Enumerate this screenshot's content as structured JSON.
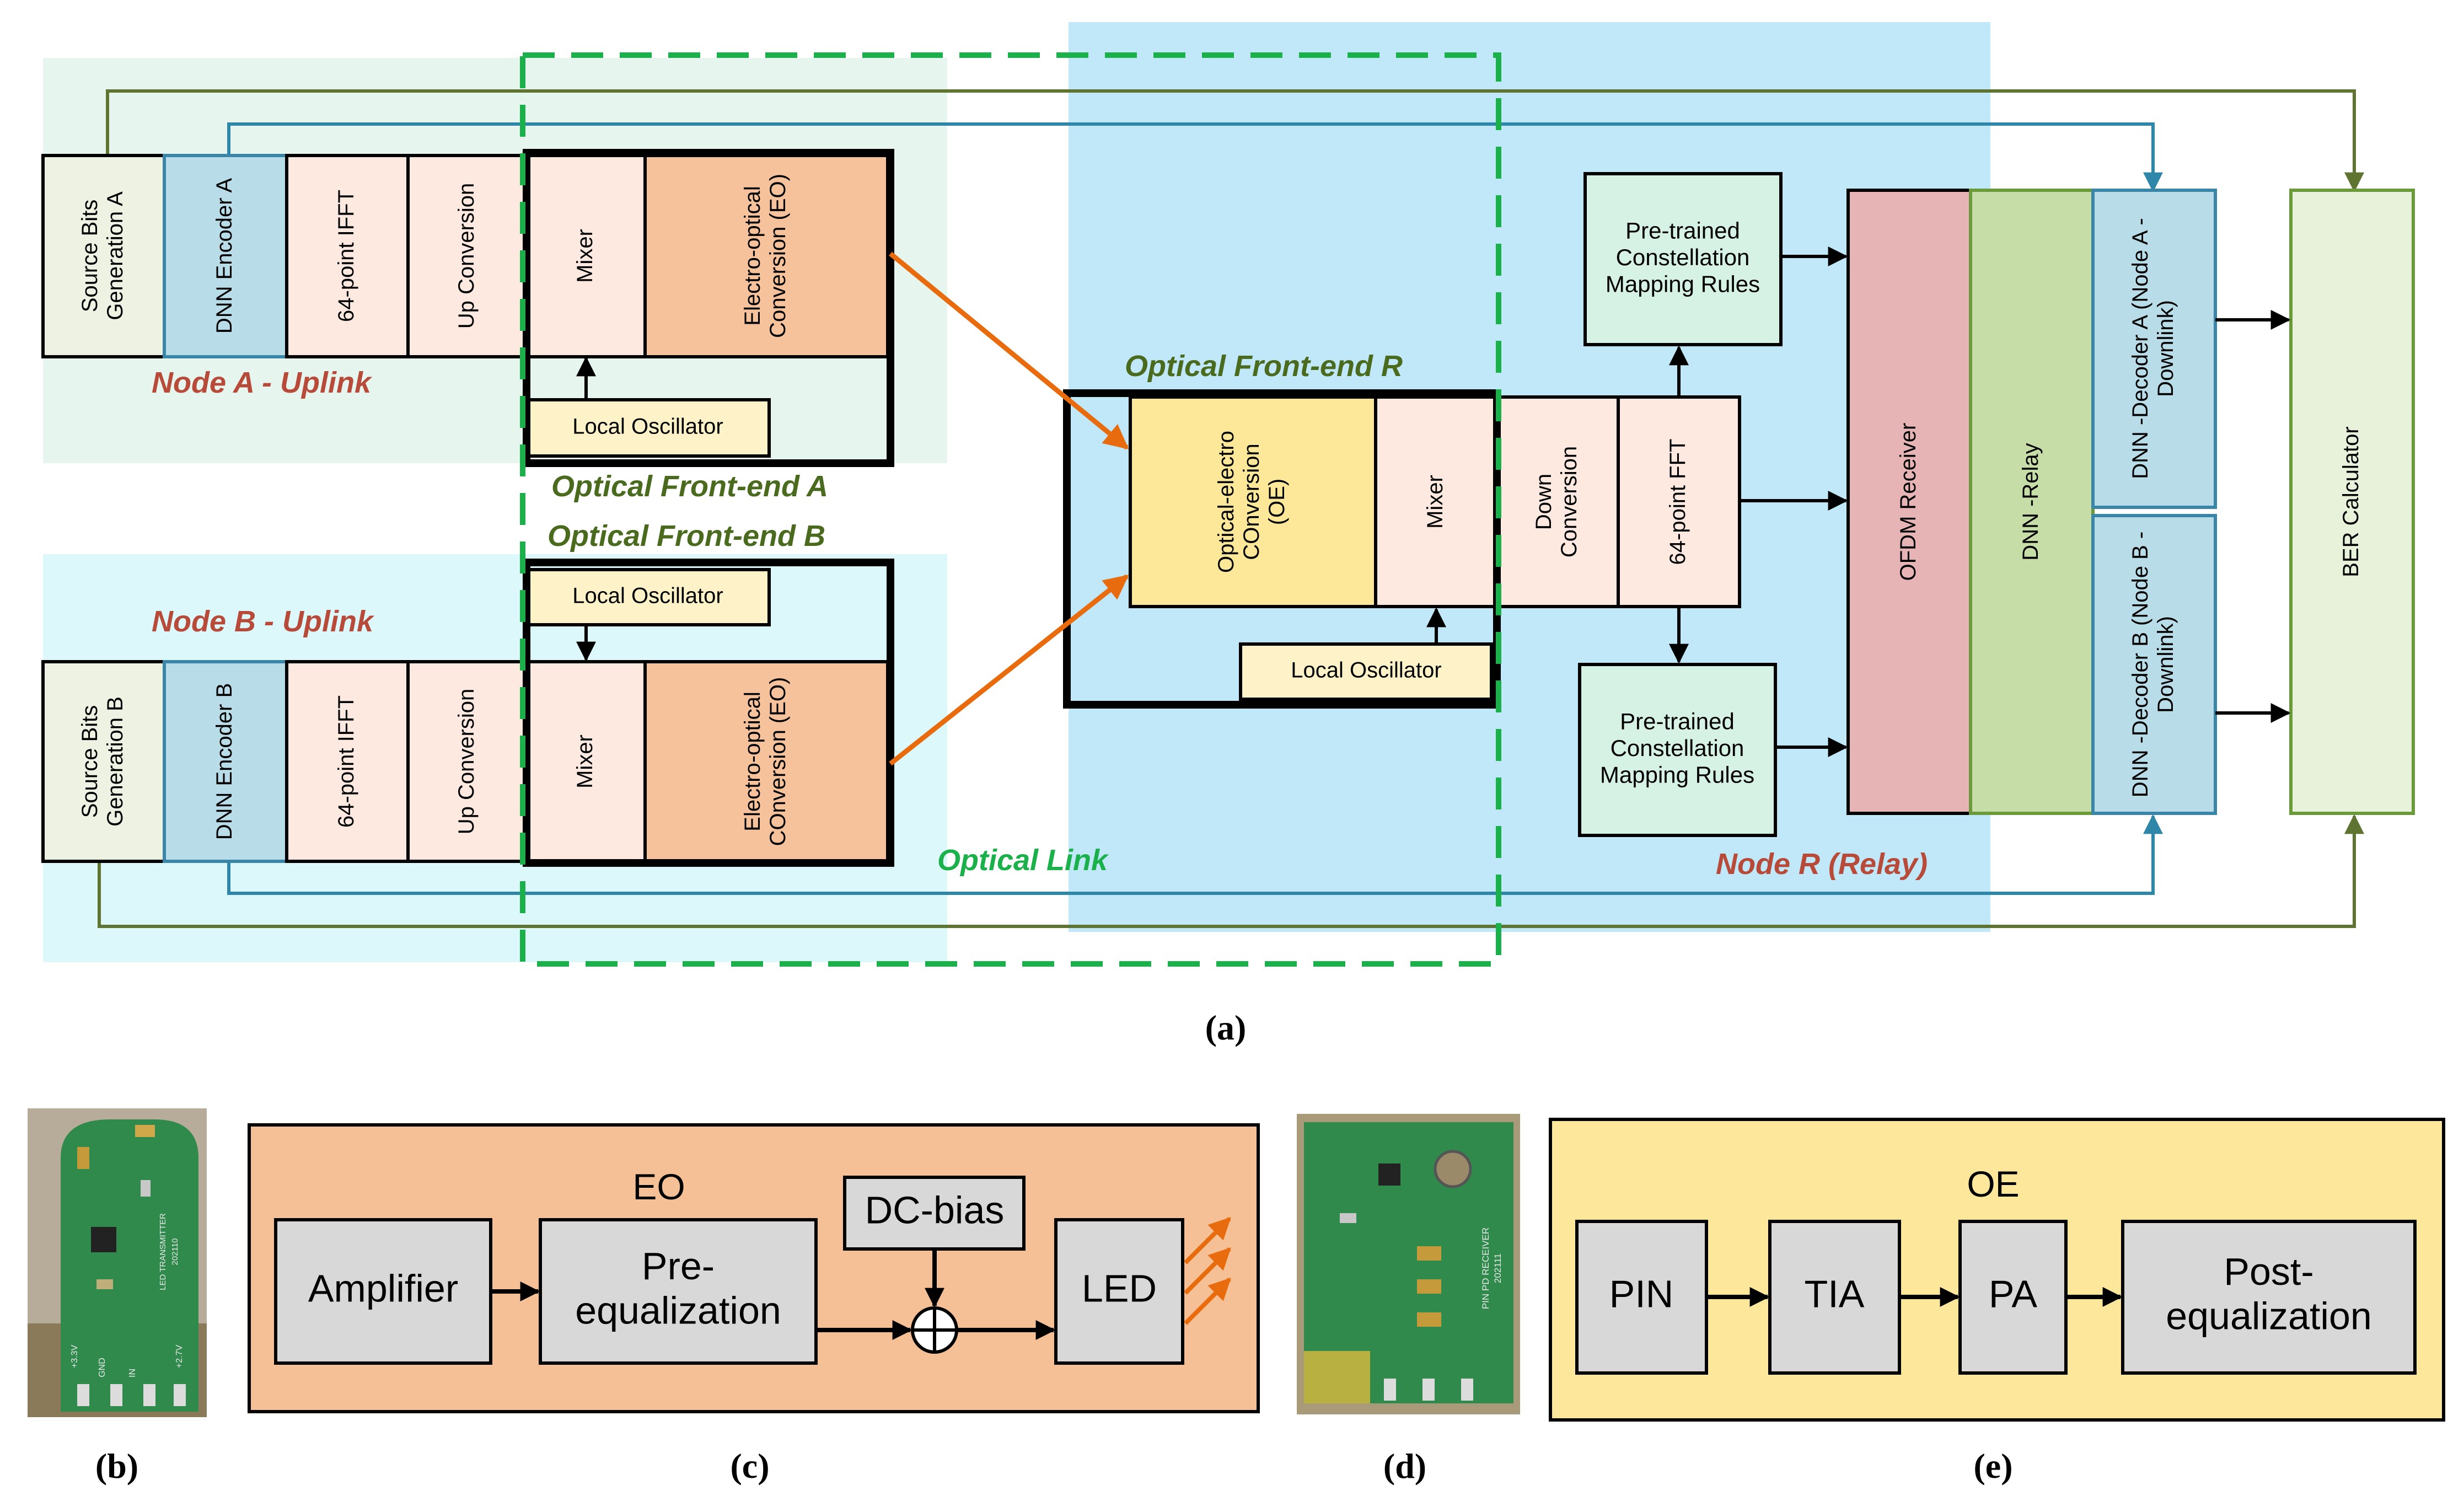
{
  "diagram_a": {
    "nodes": {
      "source_a": "Source Bits Generation A",
      "encoder_a": "DNN Encoder A",
      "ifft_a": "64-point IFFT",
      "upconv_a": "Up Conversion",
      "mixer_a": "Mixer",
      "eo_a": "Electro-optical Conversion (EO)",
      "lo_a": "Local  Oscillator",
      "source_b": "Source Bits Generation B",
      "encoder_b": "DNN Encoder B",
      "ifft_b": "64-point IFFT",
      "upconv_b": "Up Conversion",
      "mixer_b": "Mixer",
      "eo_b": "Electro-optical COnversion (EO)",
      "lo_b": "Local  Oscillator",
      "oe_r": "Optical-electro COnversion (OE)",
      "mixer_r": "Mixer",
      "downconv_r": "Down Conversion",
      "fft_r": "64-point FFT",
      "lo_r": "Local  Oscillator",
      "rules_top": "Pre-trained Constellation Mapping Rules",
      "rules_bottom": "Pre-trained Constellation Mapping Rules",
      "ofdm_receiver": "OFDM Receiver",
      "dnn_relay": "DNN - Relay",
      "decoder_a": "DNN - Decoder A (Node A - Downlink)",
      "decoder_b": "DNN - Decoder B (Node B - Downlink)",
      "ber_calculator": "BER Calculator"
    },
    "labels": {
      "node_a_uplink": "Node A - Uplink",
      "node_b_uplink": "Node B - Uplink",
      "node_r_relay": "Node R (Relay)",
      "front_end_a": "Optical Front-end A",
      "front_end_b": "Optical Front-end B",
      "front_end_r": "Optical Front-end R",
      "optical_link": "Optical Link"
    },
    "caption": "(a)"
  },
  "panel_b": {
    "caption": "(b)",
    "board_text": [
      "LED TRANSMITTER",
      "202110",
      "+3.3V",
      "GND",
      "IN",
      "+2.7V"
    ]
  },
  "panel_c": {
    "title": "EO",
    "amplifier": "Amplifier",
    "pre_equalization": "Pre-equalization",
    "dc_bias": "DC-bias",
    "led": "LED",
    "caption": "(c)"
  },
  "panel_d": {
    "caption": "(d)",
    "board_text": [
      "PIN PD RECEIVER",
      "202111"
    ]
  },
  "panel_e": {
    "title": "OE",
    "pin": "PIN",
    "tia": "TIA",
    "pa": "PA",
    "post_equalization": "Post-equalization",
    "caption": "(e)"
  },
  "colors": {
    "node_a_region": "#e6f6ee",
    "node_b_region": "#dcf8fa",
    "node_r_region": "#c0e8f8",
    "source_fill": "#eef2e2",
    "encoder_fill": "#b8dce8",
    "encoder_stroke": "#3a86a8",
    "process_fill": "#fde9df",
    "eo_fill": "#f6c29c",
    "oe_fill": "#fde89a",
    "lo_fill": "#fdf2c8",
    "rules_fill": "#d6f2e4",
    "ofdm_fill": "#e6b4b4",
    "relay_fill": "#c6dda8",
    "relay_stroke": "#6a9a3a",
    "ber_fill": "#e8f2da",
    "olive_line": "#5e7430",
    "teal_line": "#2e86a8",
    "orange_arrow": "#e86c0e",
    "green_dash": "#1ab04a",
    "red_label": "#b84a3a",
    "olive_label": "#4a6a1e",
    "panel_c_bg": "#f5c095",
    "panel_e_bg": "#fde79a",
    "gray_block": "#d8d8d8"
  }
}
